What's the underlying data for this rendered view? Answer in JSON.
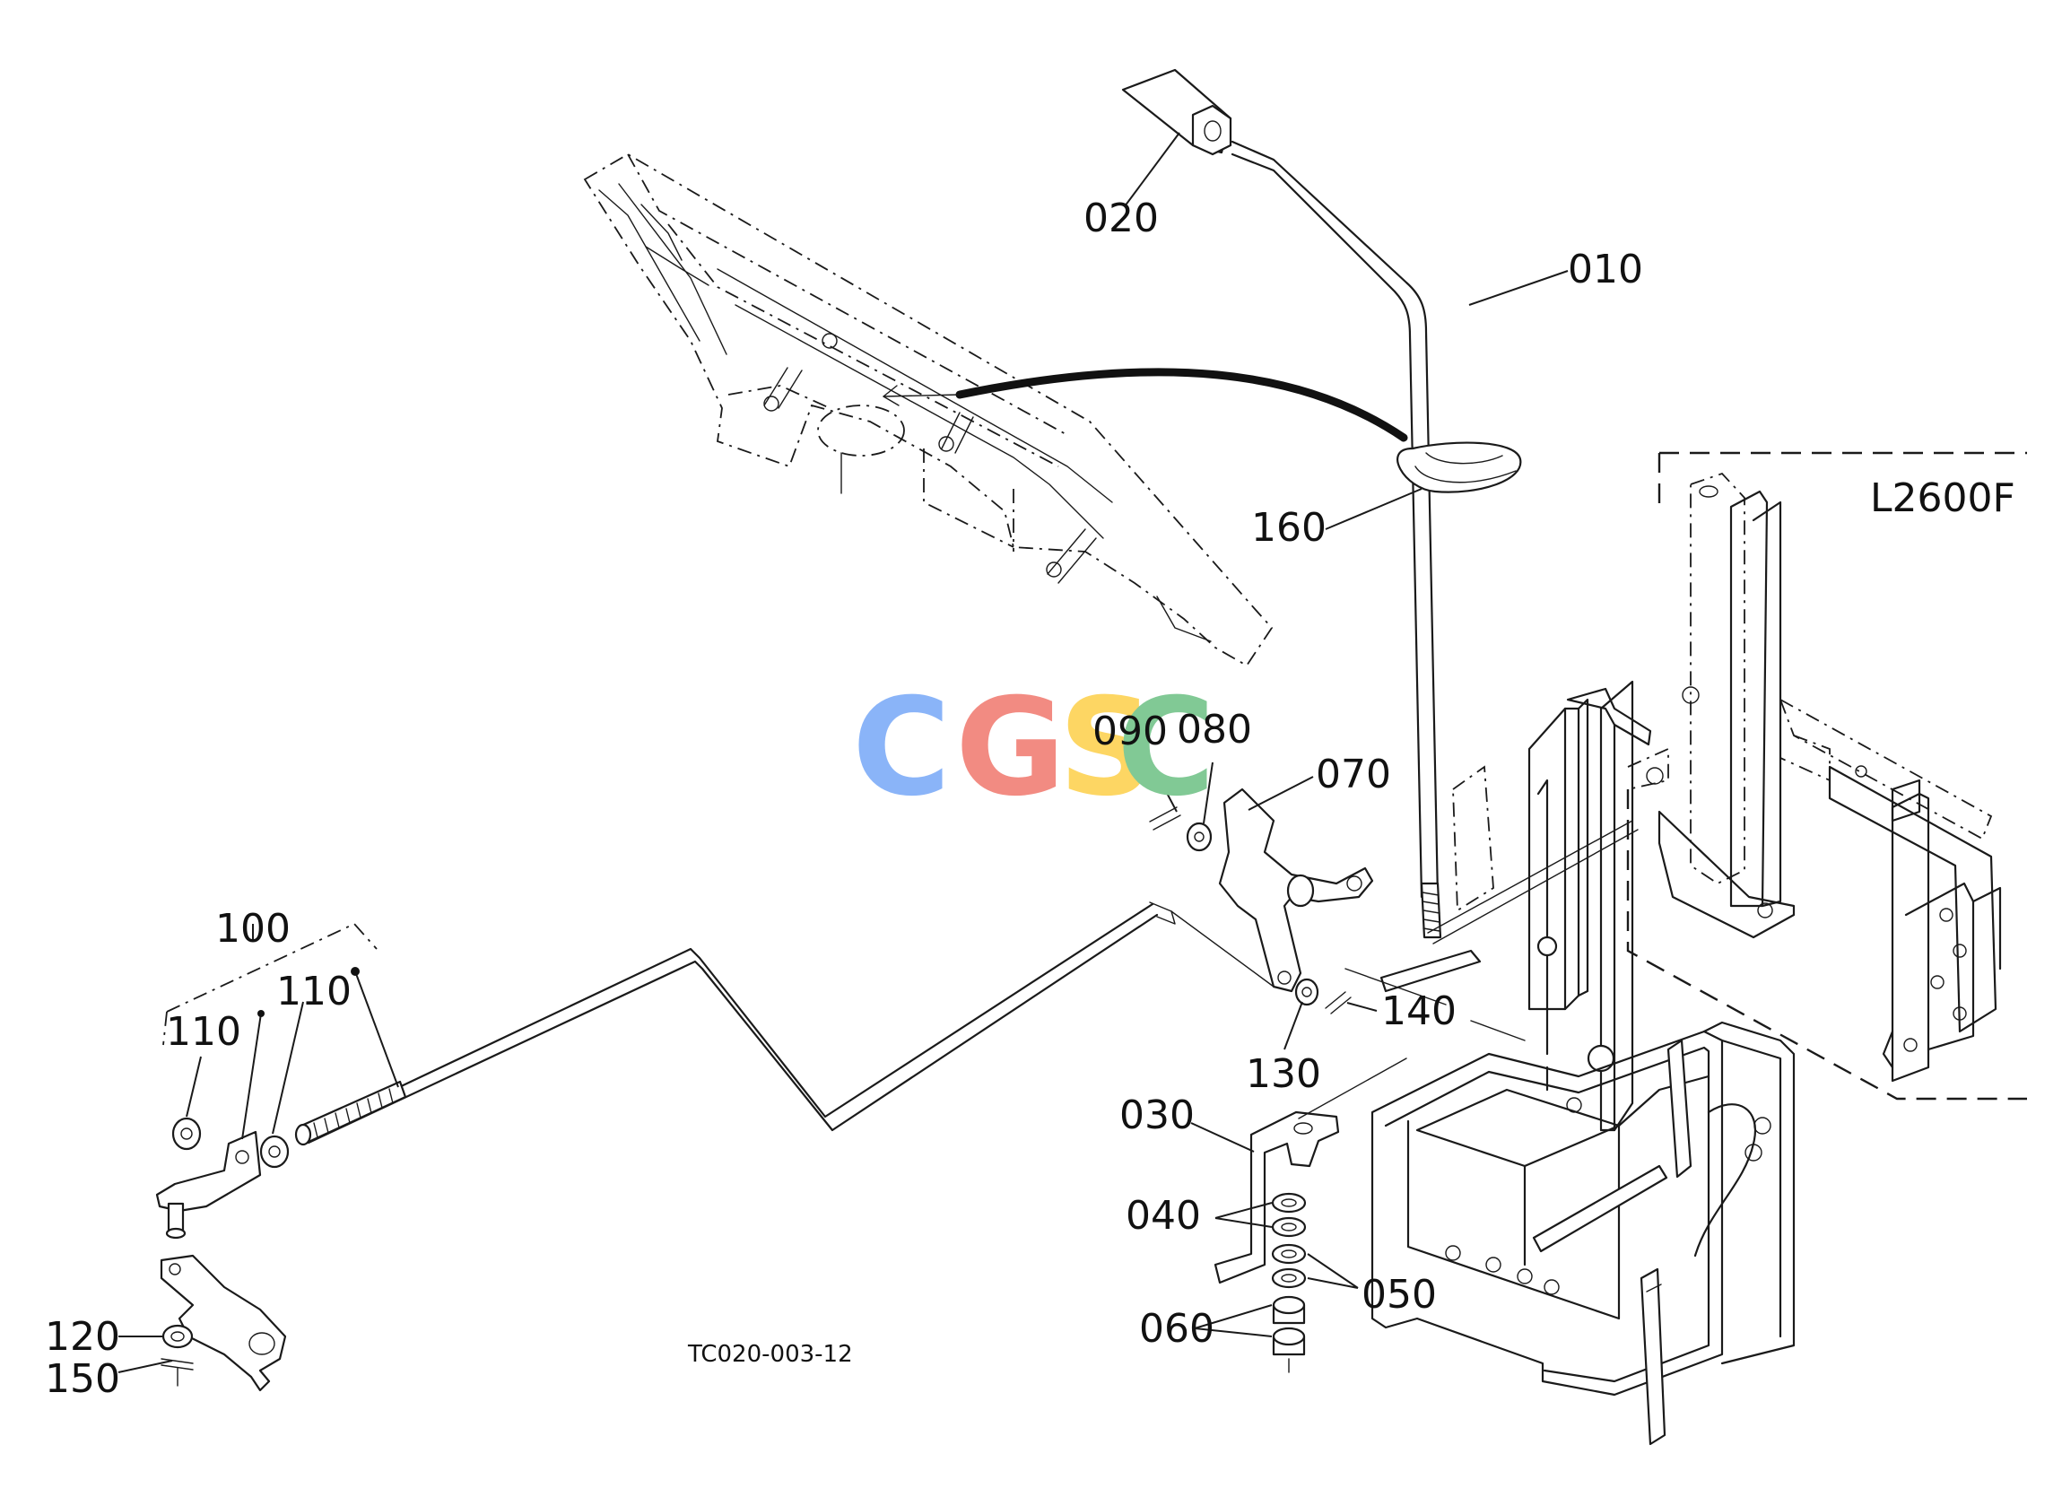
{
  "diagram_code": "TC020-003-12",
  "variant_label": "L2600F",
  "watermark": {
    "letters": [
      {
        "char": "C",
        "color": "#8ab4f8"
      },
      {
        "char": "G",
        "color": "#f28b82"
      },
      {
        "char": "S",
        "color": "#fdd663"
      },
      {
        "char": "C",
        "color": "#81c995"
      }
    ]
  },
  "callouts": {
    "p010": "010",
    "p020": "020",
    "p030": "030",
    "p040": "040",
    "p050": "050",
    "p060": "060",
    "p070": "070",
    "p080": "080",
    "p090": "090",
    "p100": "100",
    "p110a": "110",
    "p110b": "110",
    "p120": "120",
    "p130": "130",
    "p140": "140",
    "p150": "150",
    "p160": "160"
  }
}
